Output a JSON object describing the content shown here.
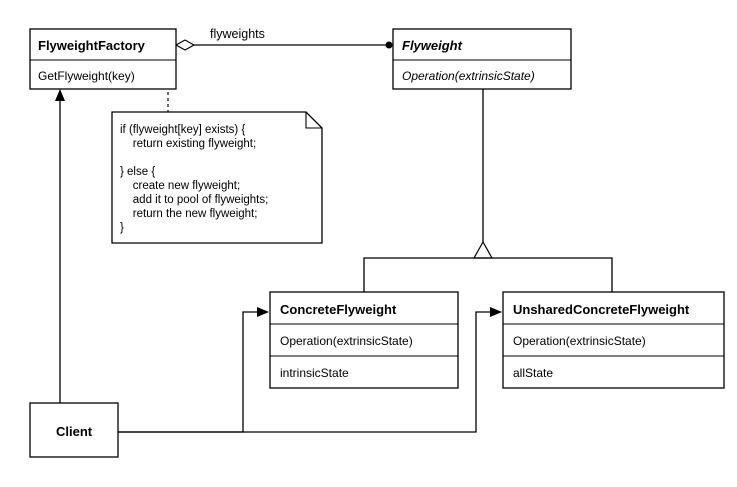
{
  "classes": {
    "flyweight_factory": {
      "name": "FlyweightFactory",
      "operations": [
        "GetFlyweight(key)"
      ]
    },
    "flyweight": {
      "name": "Flyweight",
      "operations": [
        "Operation(extrinsicState)"
      ]
    },
    "concrete_flyweight": {
      "name": "ConcreteFlyweight",
      "operations": [
        "Operation(extrinsicState)"
      ],
      "attributes": [
        "intrinsicState"
      ]
    },
    "unshared_concrete_flyweight": {
      "name": "UnsharedConcreteFlyweight",
      "operations": [
        "Operation(extrinsicState)"
      ],
      "attributes": [
        "allState"
      ]
    },
    "client": {
      "name": "Client"
    }
  },
  "associations": {
    "flyweights_label": "flyweights"
  },
  "note": {
    "lines": [
      "if (flyweight[key] exists) {",
      "    return existing flyweight;",
      "",
      "} else {",
      "    create new flyweight;",
      "    add it to pool of flyweights;",
      "    return the new flyweight;",
      "}"
    ]
  }
}
